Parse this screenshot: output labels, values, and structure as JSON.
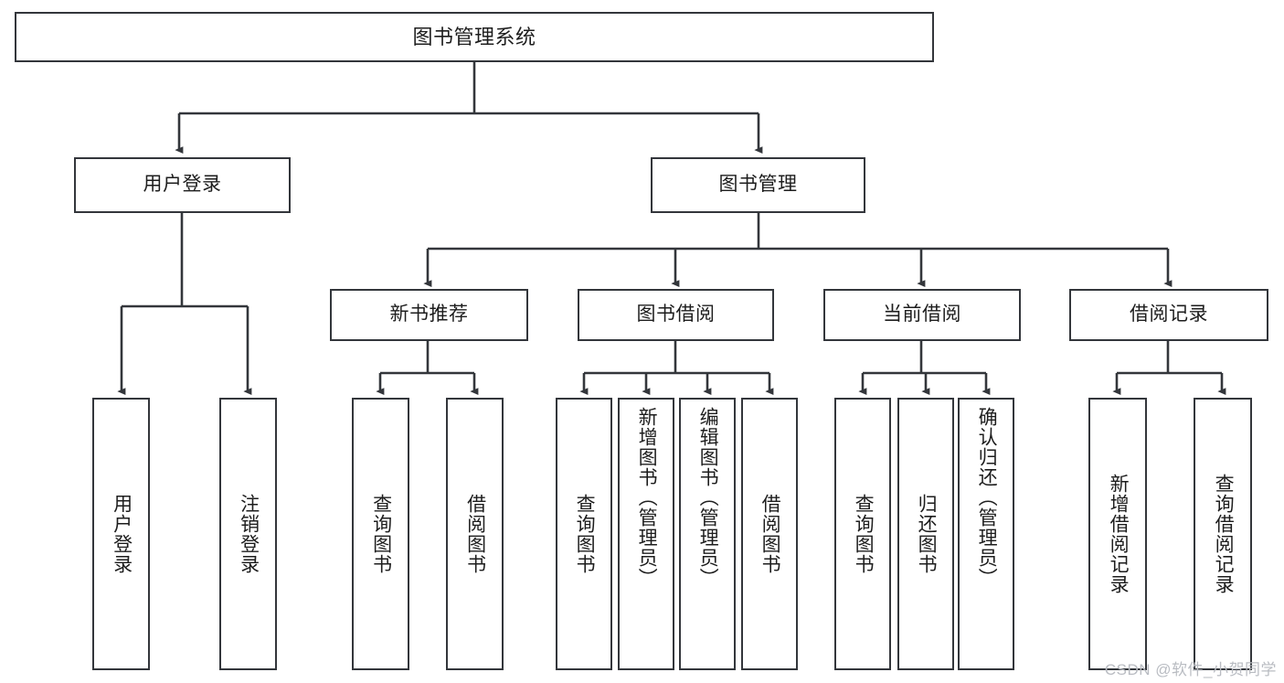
{
  "diagram": {
    "title": "图书管理系统",
    "type": "tree",
    "edge_color": "#33363b",
    "node_border_color": "#33363b",
    "node_fill_color": "#ffffff",
    "text_color": "#1d1d1d",
    "watermark": "CSDN @软件_小贺同学",
    "nodes": {
      "root": {
        "label": "图书管理系统"
      },
      "level2": [
        {
          "id": "user-login",
          "label": "用户登录"
        },
        {
          "id": "book-management",
          "label": "图书管理"
        }
      ],
      "level3": [
        {
          "id": "new-book-recommend",
          "label": "新书推荐"
        },
        {
          "id": "book-borrow",
          "label": "图书借阅"
        },
        {
          "id": "current-borrow",
          "label": "当前借阅"
        },
        {
          "id": "borrow-record",
          "label": "借阅记录"
        }
      ],
      "leaves": {
        "user_login": [
          {
            "id": "leaf-user-login",
            "label": "用户登录"
          },
          {
            "id": "leaf-logout",
            "label": "注销登录"
          }
        ],
        "new_book_recommend": [
          {
            "id": "leaf-query-book-1",
            "label": "查询图书"
          },
          {
            "id": "leaf-borrow-book-1",
            "label": "借阅图书"
          }
        ],
        "book_borrow": [
          {
            "id": "leaf-query-book-2",
            "label": "查询图书"
          },
          {
            "id": "leaf-add-book",
            "label": "新增图书（管理员）"
          },
          {
            "id": "leaf-edit-book",
            "label": "编辑图书（管理员）"
          },
          {
            "id": "leaf-borrow-book-2",
            "label": "借阅图书"
          }
        ],
        "current_borrow": [
          {
            "id": "leaf-query-book-3",
            "label": "查询图书"
          },
          {
            "id": "leaf-return-book",
            "label": "归还图书"
          },
          {
            "id": "leaf-confirm-return",
            "label": "确认归还（管理员）"
          }
        ],
        "borrow_record": [
          {
            "id": "leaf-add-record",
            "label": "新增借阅记录"
          },
          {
            "id": "leaf-query-record",
            "label": "查询借阅记录"
          }
        ]
      }
    }
  }
}
